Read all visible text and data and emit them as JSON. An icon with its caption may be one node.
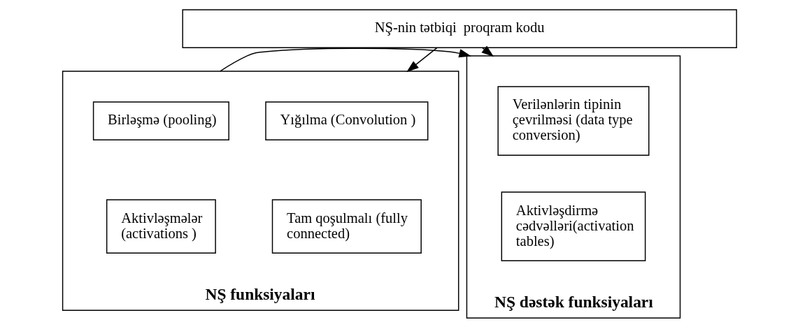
{
  "diagram": {
    "nodes": [
      {
        "text": [
          "NŞ-nin tətbiqi  proqram kodu"
        ]
      },
      {
        "text": [
          "NŞ funksiyaları"
        ]
      },
      {
        "text": [
          "Yığılma (Convolution )"
        ],
        "in": 1
      },
      {
        "text": [
          "Birləşmə (pooling)"
        ],
        "in": 1
      },
      {
        "text": [
          "Tam qoşulmalı (fully connected)"
        ],
        "in": 1
      },
      {
        "text": [
          "Aktivləşmələr (activations )"
        ],
        "in": 1
      },
      {
        "text": [
          "NŞ dəstək funksiyaları"
        ]
      },
      {
        "text": [
          "Verilənlərin tipinin çevrilməsi (data type  conversion)"
        ],
        "in": 6
      },
      {
        "text": [
          "Aktivləşdirmə cədvəlləri(activation tables)"
        ],
        "in": 6
      }
    ],
    "edges": [
      {
        "from": 0,
        "to": 1,
        "arrow": "to"
      },
      {
        "from": 0,
        "to": 6,
        "arrow": "to"
      },
      {
        "from": 1,
        "to": 6,
        "arrow": "to"
      }
    ]
  }
}
